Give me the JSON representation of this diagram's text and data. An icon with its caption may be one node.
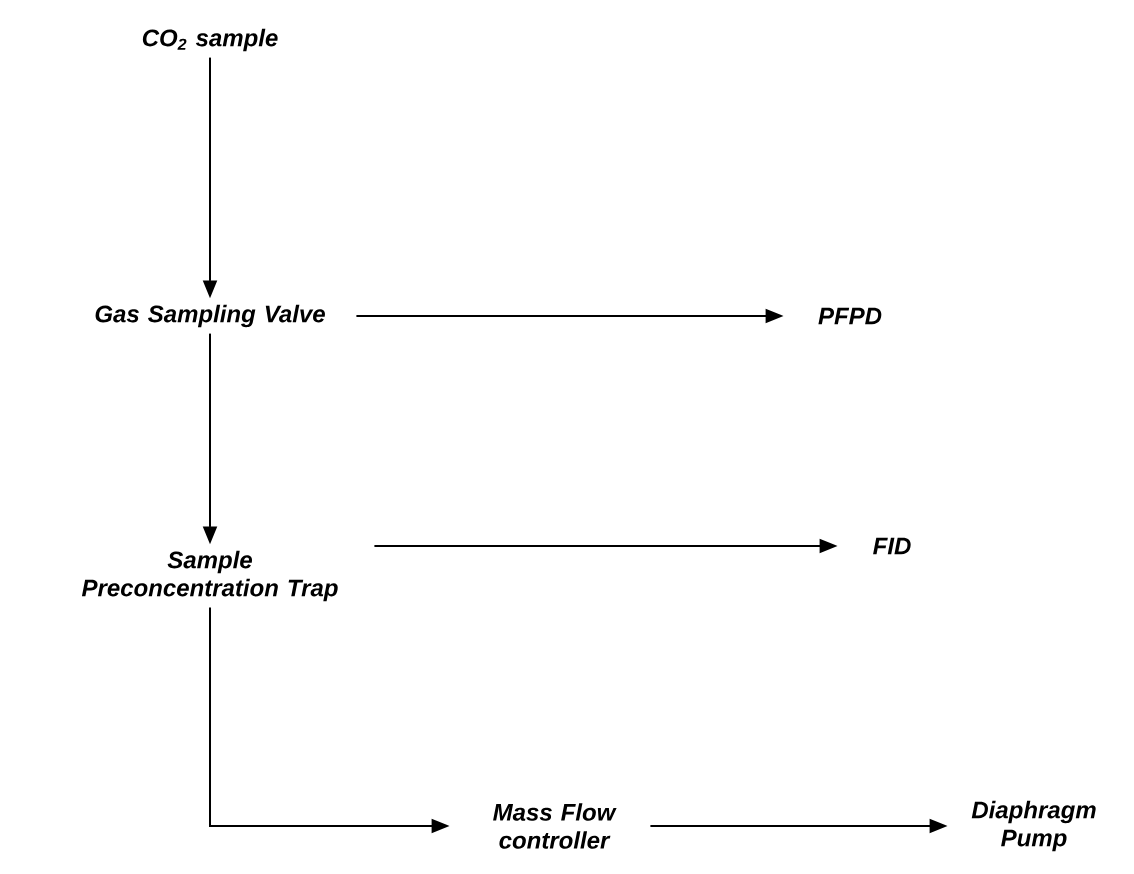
{
  "diagram": {
    "nodes": [
      {
        "text": [
          "CO$_{2}$ sample"
        ]
      },
      {
        "text": [
          "Gas Sampling Valve"
        ]
      },
      {
        "text": [
          "PFPD"
        ]
      },
      {
        "text": [
          "Sample Preconcentration Trap"
        ]
      },
      {
        "text": [
          "FID"
        ]
      },
      {
        "text": [
          "Mass Flow controller"
        ]
      },
      {
        "text": [
          "Diaphragm Pump"
        ]
      }
    ],
    "edges": [
      {
        "from": 0,
        "to": 1,
        "arrow": "to"
      },
      {
        "from": 1,
        "to": 2,
        "arrow": "to"
      },
      {
        "from": 1,
        "to": 3,
        "arrow": "to"
      },
      {
        "from": 3,
        "to": 4,
        "arrow": "to"
      },
      {
        "from": 3,
        "to": 5,
        "arrow": "to"
      },
      {
        "from": 5,
        "to": 6,
        "arrow": "to"
      }
    ]
  }
}
